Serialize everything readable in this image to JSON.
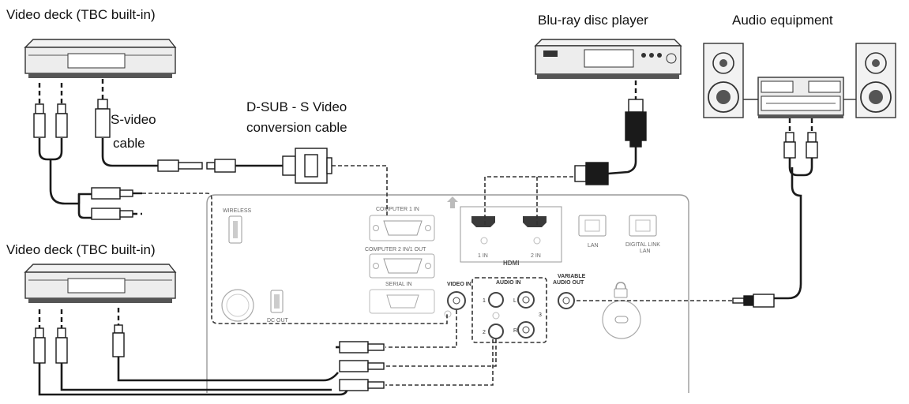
{
  "labels": {
    "video_deck_top": "Video deck (TBC built-in)",
    "video_deck_bottom": "Video deck (TBC built-in)",
    "bluray": "Blu-ray disc player",
    "audio_equipment": "Audio equipment",
    "s_video_cable_line1": "S-video",
    "s_video_cable_line2": "cable",
    "dsub_cable_line1": "D-SUB - S Video",
    "dsub_cable_line2": "conversion cable"
  },
  "panel": {
    "wireless": "WIRELESS",
    "computer1_in": "COMPUTER 1 IN",
    "computer2_in_out": "COMPUTER 2 IN/1 OUT",
    "serial_in": "SERIAL IN",
    "dc_out": "DC OUT",
    "video_in": "VIDEO IN",
    "audio_in": "AUDIO IN",
    "variable_audio_out_1": "VARIABLE",
    "variable_audio_out_2": "AUDIO OUT",
    "hdmi_1_in": "1 IN",
    "hdmi_2_in": "2 IN",
    "hdmi_logo": "HDMI",
    "lan": "LAN",
    "digital_link_1": "DIGITAL LINK",
    "digital_link_2": "LAN",
    "audio_num_1": "1",
    "audio_num_2": "2",
    "audio_num_3": "3",
    "audio_l": "L",
    "audio_r": "R"
  }
}
